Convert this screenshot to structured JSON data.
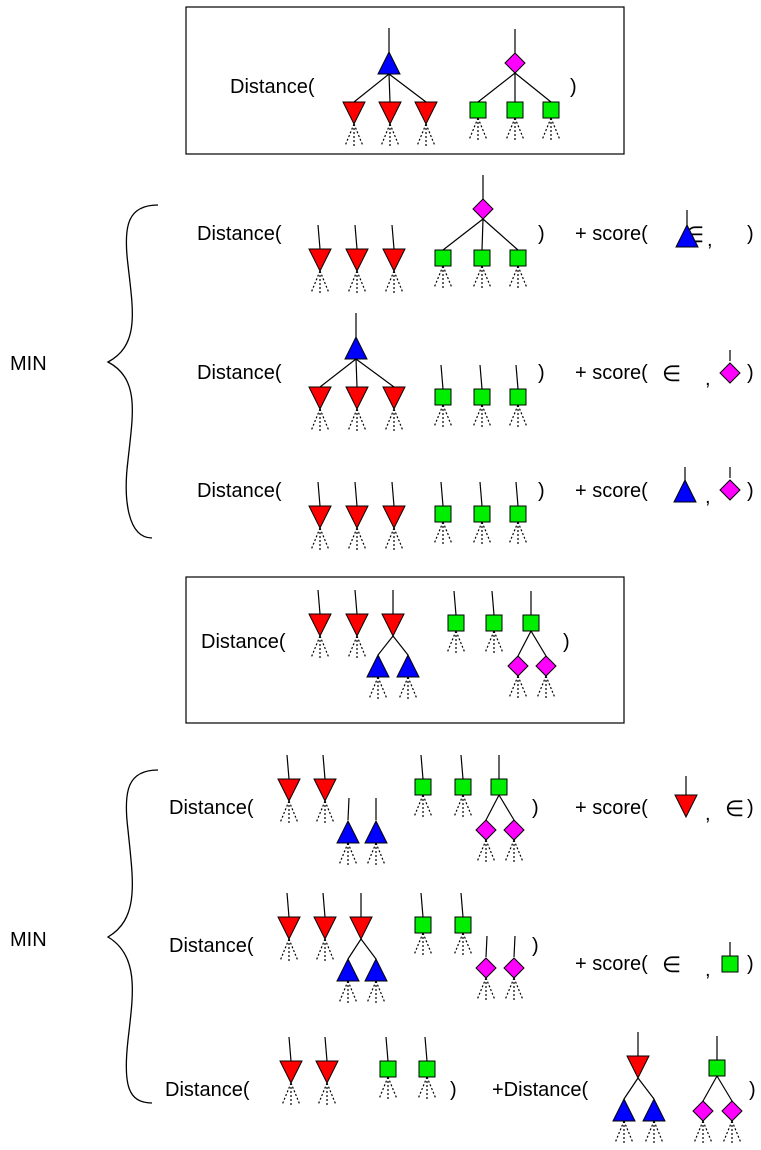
{
  "labels": {
    "distance_open": "Distance(",
    "close_paren": ")",
    "score_open": "+ score(",
    "comma": ",",
    "min": "MIN",
    "plus_distance_open": "+Distance(",
    "empty_symbol": "∈"
  },
  "colors": {
    "red": "#ff0000",
    "blue": "#0000ff",
    "green": "#00ee00",
    "magenta": "#ff00ff",
    "stroke": "#000000",
    "background": "#ffffff"
  },
  "shapes": {
    "red_node": "down-triangle",
    "blue_node": "up-triangle",
    "green_node": "square",
    "magenta_node": "diamond"
  }
}
